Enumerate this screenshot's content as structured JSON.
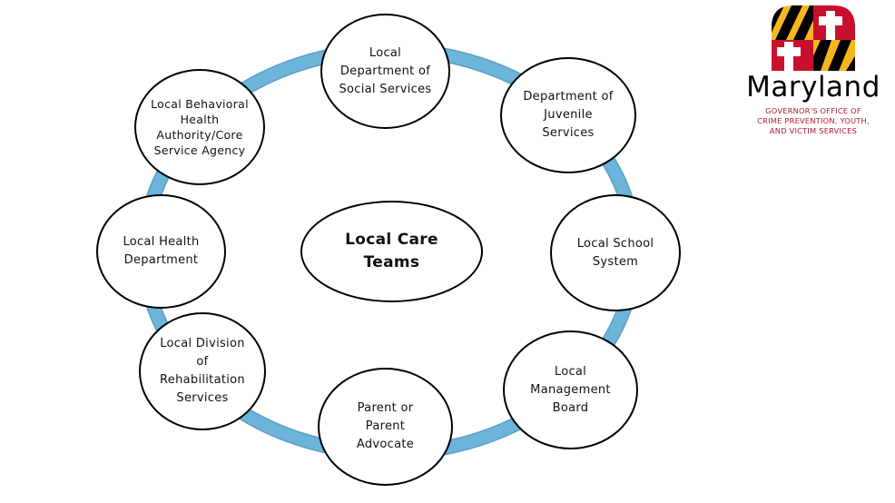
{
  "diagram": {
    "center": {
      "lines": [
        "Local Care",
        "Teams"
      ]
    },
    "nodes": {
      "social_services": {
        "lines": [
          "Local",
          "Department of",
          "Social Services"
        ]
      },
      "juvenile_services": {
        "lines": [
          "Department of",
          "Juvenile",
          "Services"
        ]
      },
      "school_system": {
        "lines": [
          "Local School",
          "System"
        ]
      },
      "management_board": {
        "lines": [
          "Local",
          "Management",
          "Board"
        ]
      },
      "parent_advocate": {
        "lines": [
          "Parent or",
          "Parent",
          "Advocate"
        ]
      },
      "rehabilitation": {
        "lines": [
          "Local Division",
          "of",
          "Rehabilitation",
          "Services"
        ]
      },
      "health_department": {
        "lines": [
          "Local Health",
          "Department"
        ]
      },
      "behavioral_health": {
        "lines": [
          "Local Behavioral",
          "Health",
          "Authority/Core",
          "Service Agency"
        ]
      }
    },
    "colors": {
      "ring": "#6cb4d9",
      "ring_outline": "#5a9fc4",
      "node_border": "#000000",
      "node_fill": "#ffffff"
    }
  },
  "logo": {
    "wordmark": "Maryland",
    "subtitle_lines": [
      "GOVERNOR'S OFFICE OF",
      "CRIME PREVENTION, YOUTH,",
      "AND VICTIM SERVICES"
    ],
    "colors": {
      "gold": "#f5b71d",
      "black": "#000000",
      "red": "#c8102e",
      "white": "#ffffff",
      "subtitle": "#b0172f"
    },
    "icon": "maryland-flag-icon"
  }
}
